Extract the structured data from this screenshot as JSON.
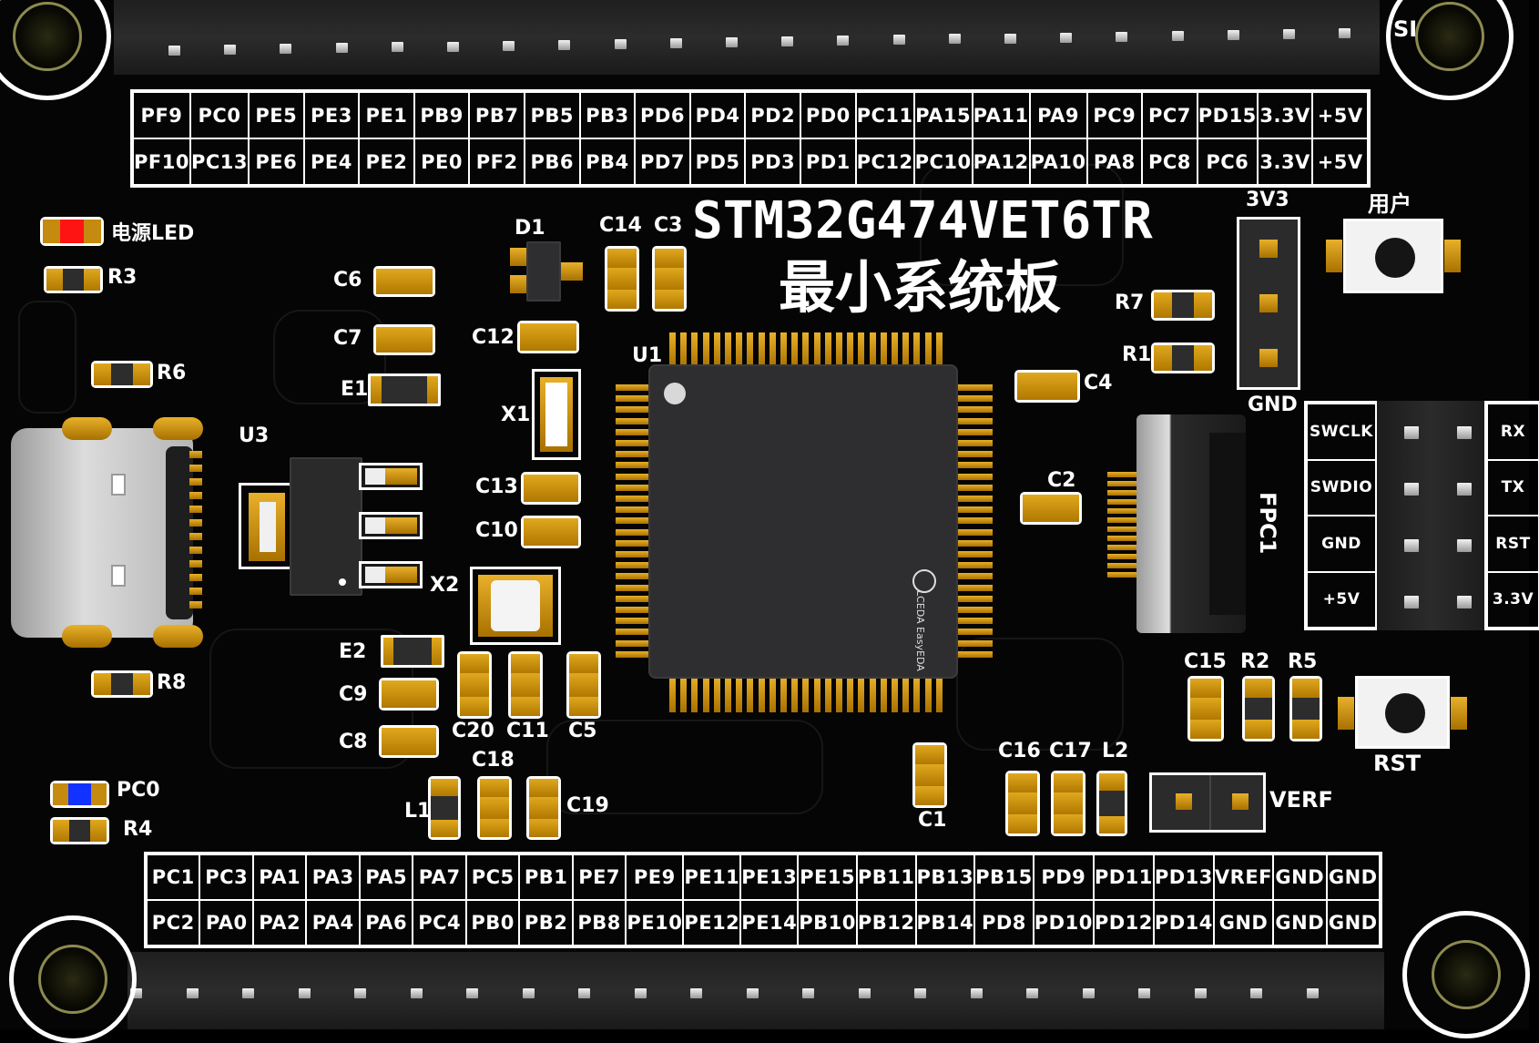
{
  "board": {
    "title": "STM32G474VET6TR",
    "subtitle": "最小系统板",
    "colors": {
      "board": "#050505",
      "silk": "#ffffff",
      "pad": "#d79b12",
      "chip": "#2e2e30"
    }
  },
  "top_header": {
    "row1": [
      "PF9",
      "PC0",
      "PE5",
      "PE3",
      "PE1",
      "PB9",
      "PB7",
      "PB5",
      "PB3",
      "PD6",
      "PD4",
      "PD2",
      "PD0",
      "PC11",
      "PA15",
      "PA11",
      "PA9",
      "PC9",
      "PC7",
      "PD15",
      "3.3V",
      "+5V"
    ],
    "row2": [
      "PF10",
      "PC13",
      "PE6",
      "PE4",
      "PE2",
      "PE0",
      "PF2",
      "PB6",
      "PB4",
      "PD7",
      "PD5",
      "PD3",
      "PD1",
      "PC12",
      "PC10",
      "PA12",
      "PA10",
      "PA8",
      "PC8",
      "PC6",
      "3.3V",
      "+5V"
    ]
  },
  "bottom_header": {
    "row1": [
      "PC1",
      "PC3",
      "PA1",
      "PA3",
      "PA5",
      "PA7",
      "PC5",
      "PB1",
      "PE7",
      "PE9",
      "PE11",
      "PE13",
      "PE15",
      "PB11",
      "PB13",
      "PB15",
      "PD9",
      "PD11",
      "PD13",
      "VREF",
      "GND",
      "GND"
    ],
    "row2": [
      "PC2",
      "PA0",
      "PA2",
      "PA4",
      "PA6",
      "PC4",
      "PB0",
      "PB2",
      "PB8",
      "PE10",
      "PE12",
      "PE14",
      "PB10",
      "PB12",
      "PB14",
      "PD8",
      "PD10",
      "PD12",
      "PD14",
      "GND",
      "GND",
      "GND"
    ]
  },
  "debug_header": {
    "left": [
      "SWCLK",
      "SWDIO",
      "GND",
      "+5V"
    ],
    "right": [
      "RX",
      "TX",
      "RST",
      "3.3V"
    ]
  },
  "silk_labels": {
    "power_led": "电源LED",
    "r3": "R3",
    "r6": "R6",
    "r8": "R8",
    "r4": "R4",
    "pc0": "PC0",
    "u3": "U3",
    "d1": "D1",
    "c14": "C14",
    "c3": "C3",
    "c6": "C6",
    "c7": "C7",
    "e1": "E1",
    "c12": "C12",
    "x1": "X1",
    "u1": "U1",
    "c13": "C13",
    "c10": "C10",
    "x2": "X2",
    "e2": "E2",
    "c9": "C9",
    "c8": "C8",
    "c20": "C20",
    "c11": "C11",
    "c5": "C5",
    "c18": "C18",
    "l1": "L1",
    "c19": "C19",
    "c1": "C1",
    "r7": "R7",
    "r1": "R1",
    "c4": "C4",
    "c2": "C2",
    "fpc1": "FPC1",
    "v3v3": "3V3",
    "gnd": "GND",
    "user": "用户",
    "rst": "RST",
    "c15": "C15",
    "r2": "R2",
    "r5": "R5",
    "c16": "C16",
    "c17": "C17",
    "l2": "L2",
    "verf": "VERF",
    "chip_logo": "LCEDA EasyEDA",
    "top_right_partial": "SI"
  }
}
